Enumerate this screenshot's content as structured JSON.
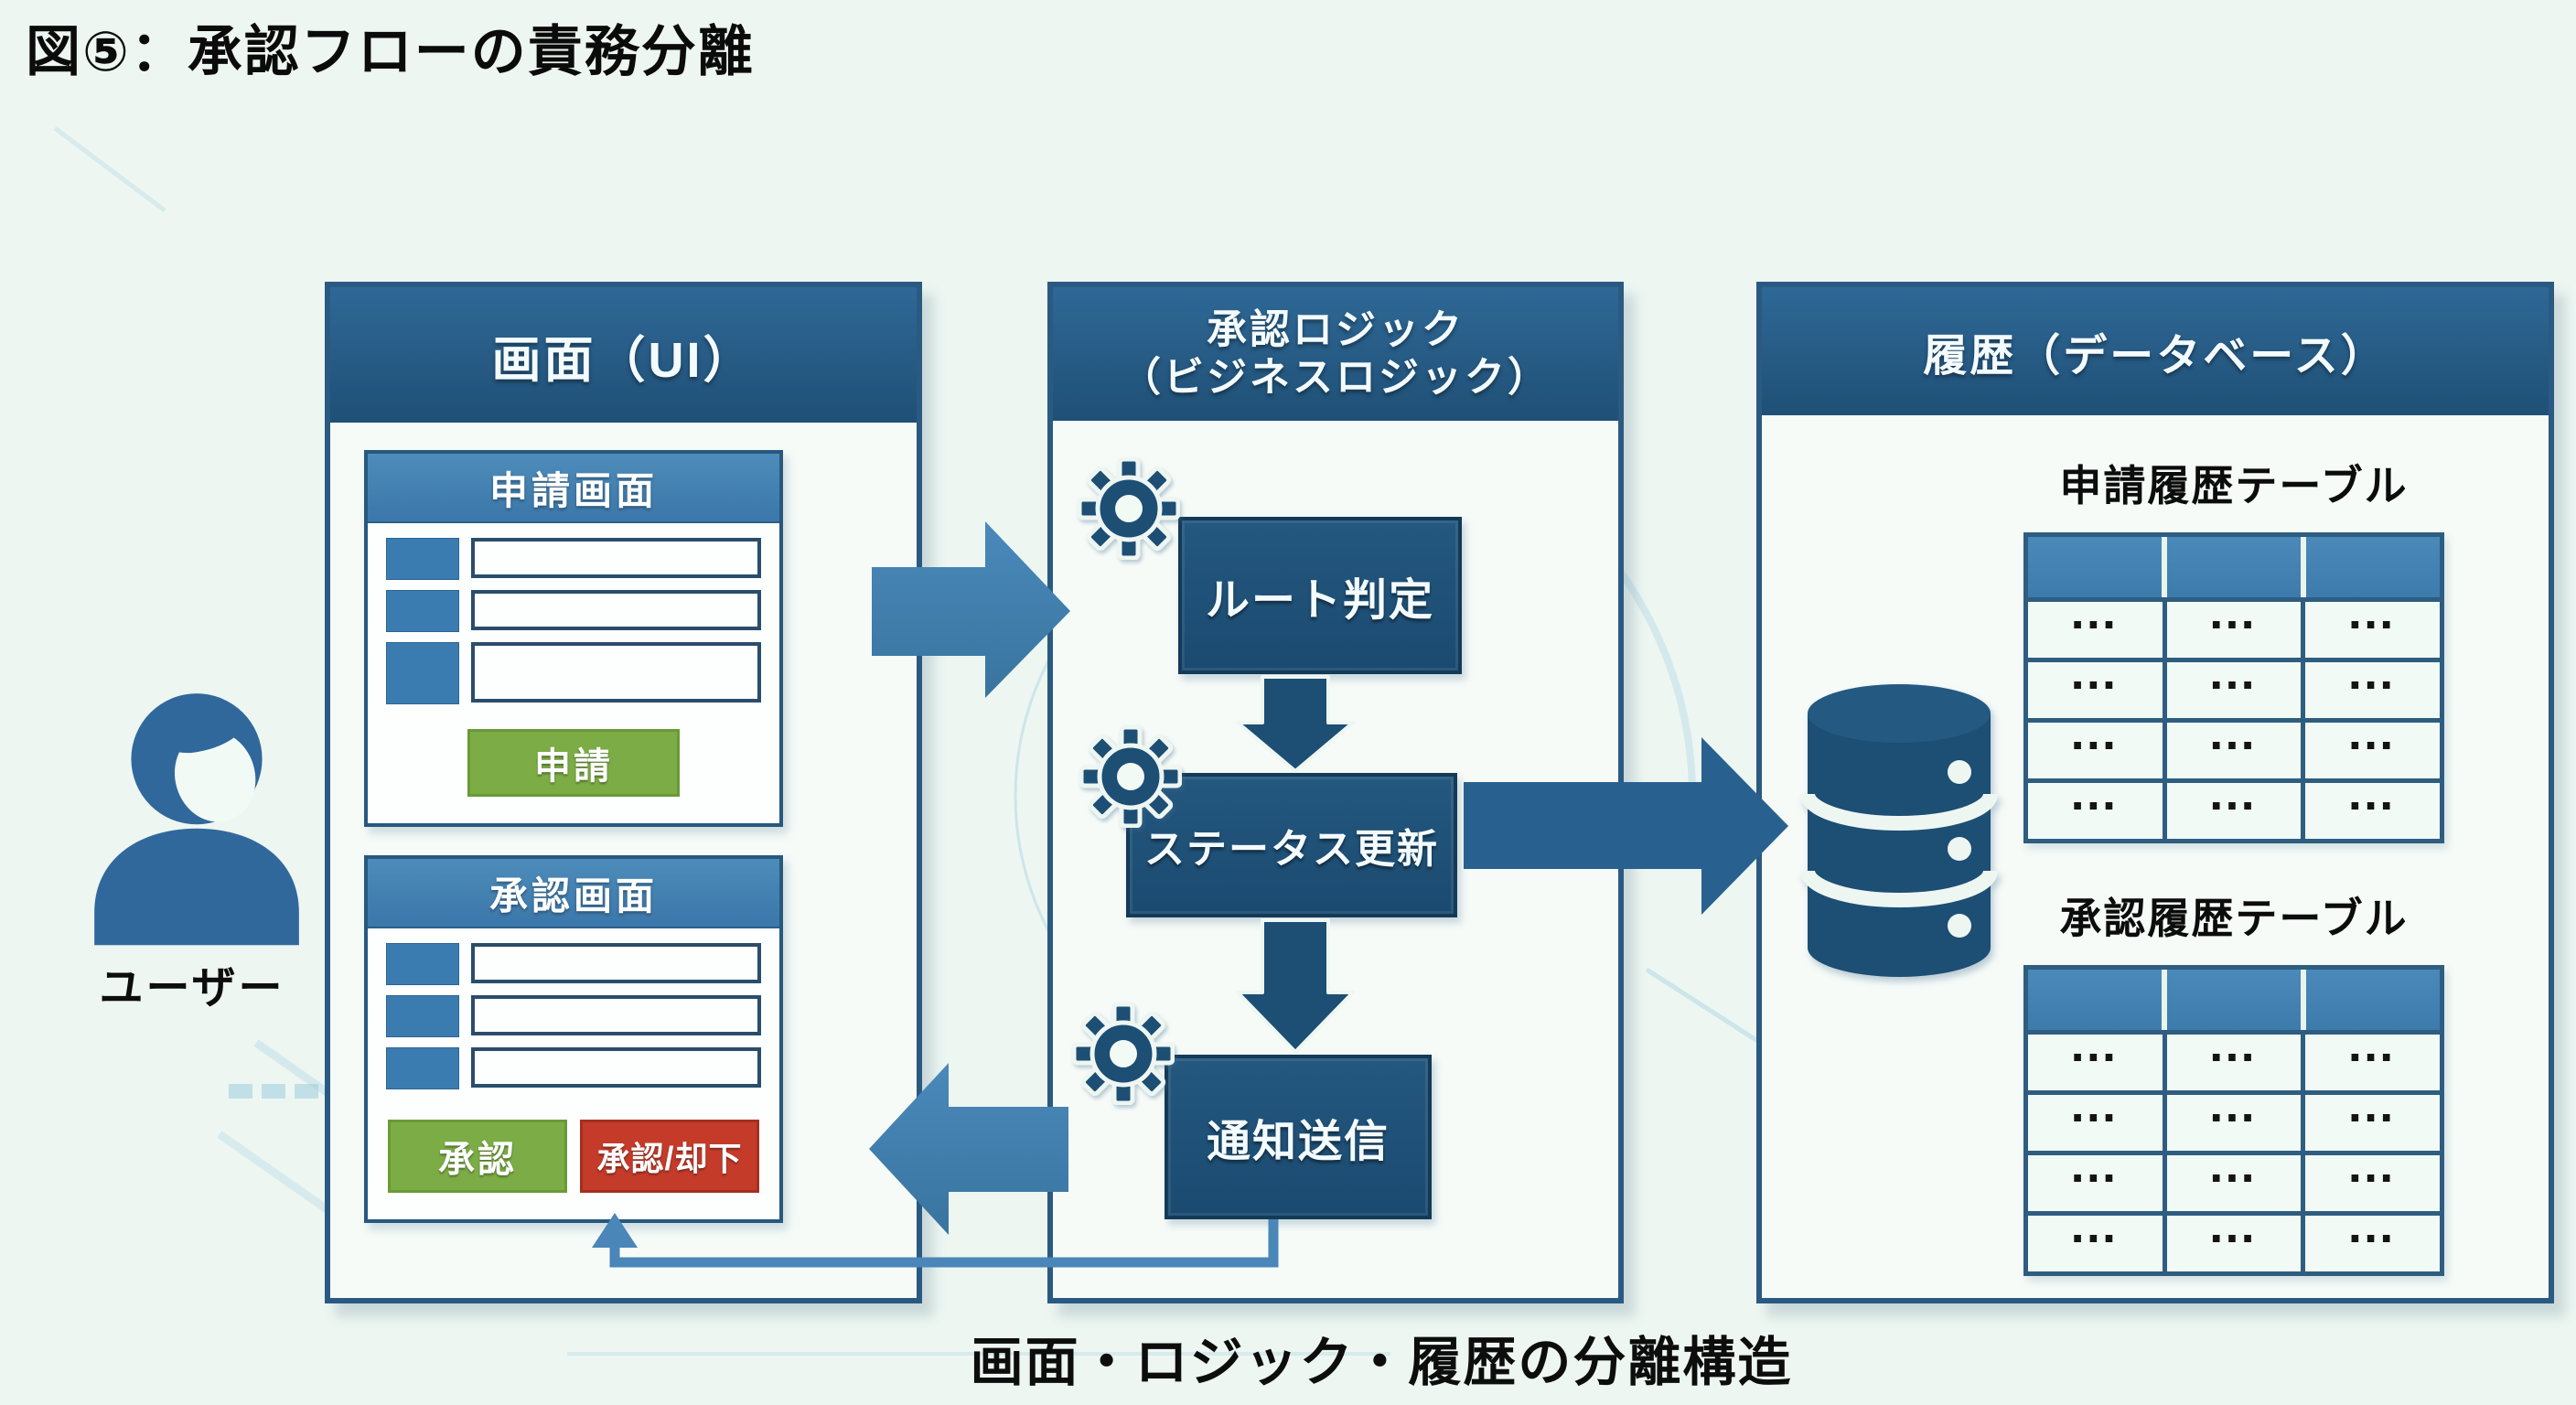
{
  "title": "図⑤：承認フローの責務分離",
  "caption": "画面・ロジック・履歴の分離構造",
  "user": {
    "label": "ユーザー",
    "icon": "person-icon"
  },
  "ui_panel": {
    "header": "画面（UI）",
    "application_screen": {
      "header": "申請画面",
      "submit_button": "申請",
      "field_count": 3
    },
    "approval_screen": {
      "header": "承認画面",
      "approve_button": "承認",
      "approve_reject_button": "承認/却下",
      "field_count": 3
    }
  },
  "logic_panel": {
    "header_line1": "承認ロジック",
    "header_line2": "（ビジネスロジック）",
    "steps": [
      {
        "label": "ルート判定",
        "icon": "gear-icon"
      },
      {
        "label": "ステータス更新",
        "icon": "gear-icon"
      },
      {
        "label": "通知送信",
        "icon": "gear-icon"
      }
    ]
  },
  "history_panel": {
    "header": "履歴（データベース）",
    "db_icon": "database-icon",
    "tables": [
      {
        "label": "申請履歴テーブル",
        "columns": 3,
        "data_rows": 4,
        "cell_text": "…"
      },
      {
        "label": "承認履歴テーブル",
        "columns": 3,
        "data_rows": 4,
        "cell_text": "…"
      }
    ]
  },
  "flow": {
    "ui_to_logic": "right-arrow",
    "logic_to_db": "right-arrow",
    "logic_to_ui_return": "left-arrow",
    "notify_to_approval_screen": "thin-up-arrow-connector"
  },
  "colors": {
    "background": "#edf6f1",
    "panel_border": "#2a5a82",
    "panel_header": "#235581",
    "sub_header_blue": "#4383b5",
    "field_label_blue": "#3b7cb0",
    "box_navy": "#1d4e74",
    "arrow_blue": "#4180b3",
    "arrow_dark": "#28618f",
    "green": "#7cac45",
    "red": "#c43b2a"
  }
}
